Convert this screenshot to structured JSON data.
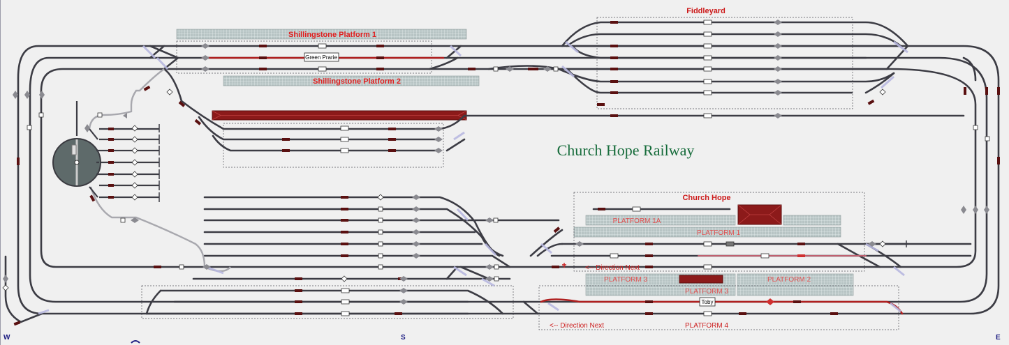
{
  "layout": {
    "title": "Church Hope Railway",
    "compass": {
      "west": "W",
      "south": "S",
      "east": "E"
    },
    "zones": {
      "fiddleyard": "Fiddleyard",
      "church_hope": "Church Hope"
    },
    "platforms": {
      "shillingstone_1": "Shillingstone Platform 1",
      "shillingstone_2": "Shillingstone Platform 2",
      "platform_1a": "PLATFORM 1A",
      "platform_1": "PLATFORM 1",
      "platform_3_left": "PLATFORM 3",
      "platform_3_mid": "PLATFORM 3",
      "platform_2": "PLATFORM 2",
      "platform_4": "PLATFORM 4"
    },
    "direction_labels": {
      "upper": "<-- Direction Next",
      "lower": "<-- Direction Next"
    },
    "locomotives": {
      "green_prarie": "Green Prarie",
      "toby": "Toby"
    },
    "colors": {
      "track": "#3c3c44",
      "occupied_track": "#b02020",
      "platform_fill": "#b8c6c6",
      "building_red": "#8c1a1a",
      "title_green": "#156b3a",
      "label_red": "#e02020",
      "background": "#f0f0f0"
    }
  }
}
